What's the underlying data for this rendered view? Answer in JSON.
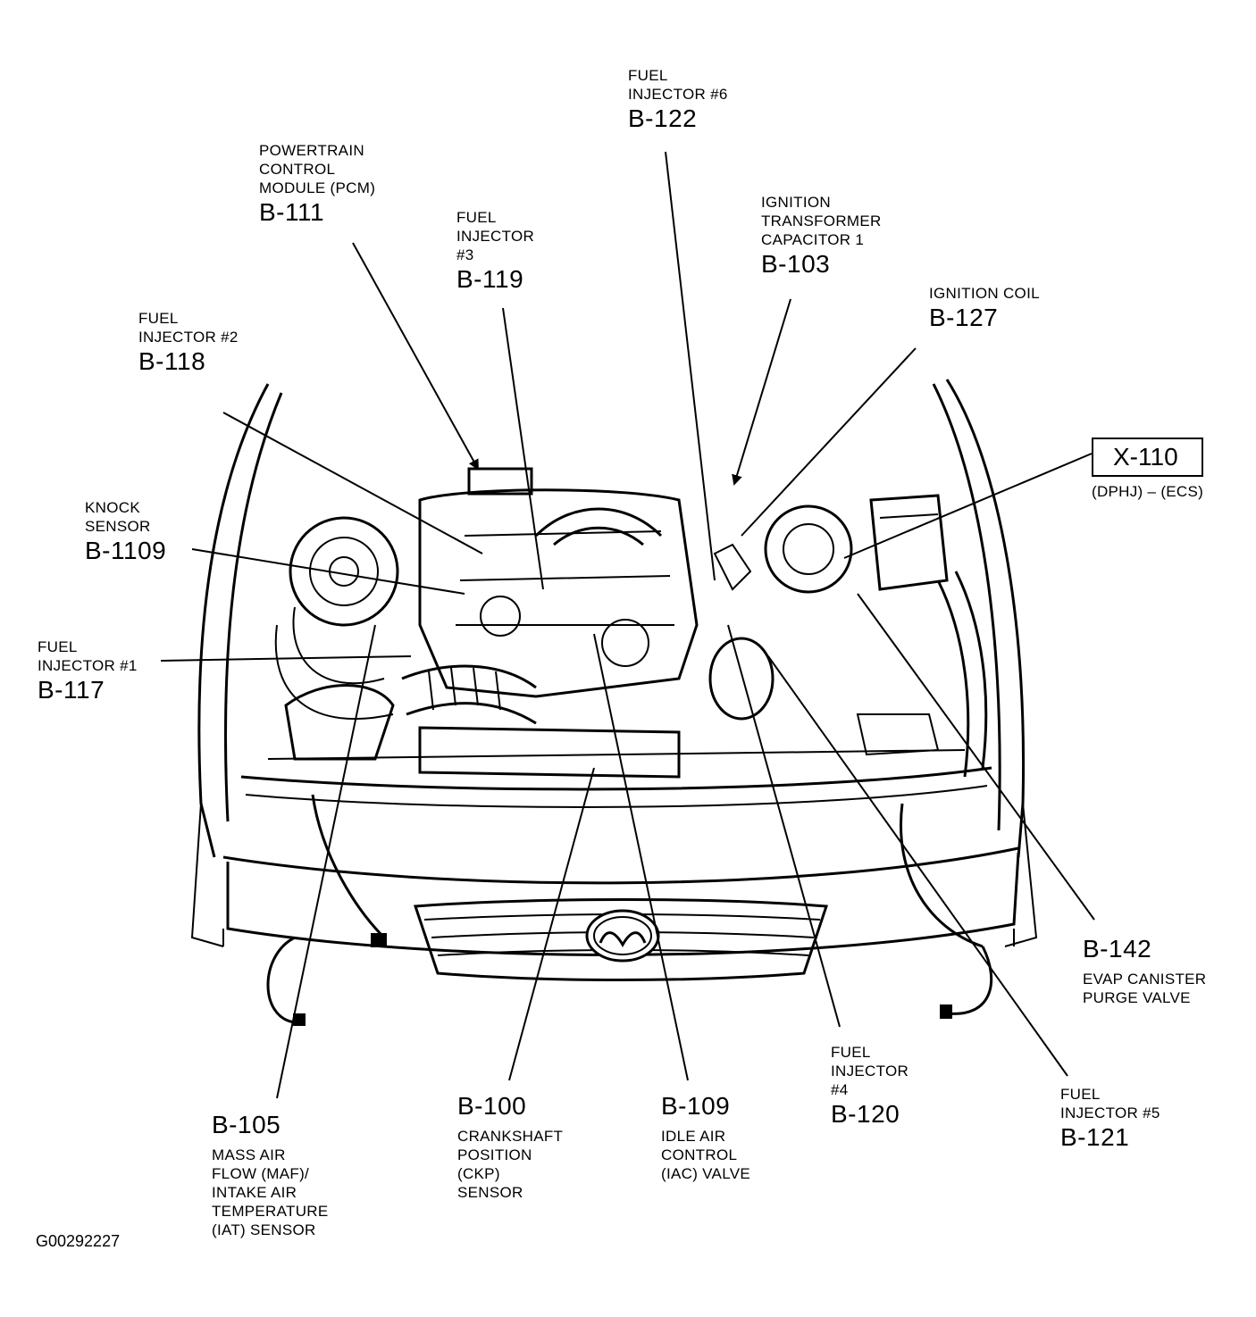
{
  "components": [
    {
      "id": "b111",
      "code": "B-111",
      "name": "POWERTRAIN\nCONTROL\nMODULE (PCM)",
      "name_first": true
    },
    {
      "id": "b122",
      "code": "B-122",
      "name": "FUEL\nINJECTOR #6",
      "name_first": true
    },
    {
      "id": "b119",
      "code": "B-119",
      "name": "FUEL\nINJECTOR\n#3",
      "name_first": true
    },
    {
      "id": "b103",
      "code": "B-103",
      "name": "IGNITION\nTRANSFORMER\nCAPACITOR 1",
      "name_first": true
    },
    {
      "id": "b127",
      "code": "B-127",
      "name": "IGNITION COIL",
      "name_first": true
    },
    {
      "id": "b118",
      "code": "B-118",
      "name": "FUEL\nINJECTOR #2",
      "name_first": true
    },
    {
      "id": "b1109",
      "code": "B-1109",
      "name": "KNOCK\nSENSOR",
      "name_first": true
    },
    {
      "id": "b117",
      "code": "B-117",
      "name": "FUEL\nINJECTOR #1",
      "name_first": true
    },
    {
      "id": "b142",
      "code": "B-142",
      "name": "EVAP CANISTER\nPURGE VALVE",
      "name_first": false
    },
    {
      "id": "b105",
      "code": "B-105",
      "name": "MASS AIR\nFLOW (MAF)/\nINTAKE AIR\nTEMPERATURE\n(IAT) SENSOR",
      "name_first": false
    },
    {
      "id": "b100",
      "code": "B-100",
      "name": "CRANKSHAFT\nPOSITION\n(CKP)\nSENSOR",
      "name_first": false
    },
    {
      "id": "b109",
      "code": "B-109",
      "name": "IDLE AIR\nCONTROL\n(IAC) VALVE",
      "name_first": false
    },
    {
      "id": "b120",
      "code": "B-120",
      "name": "FUEL\nINJECTOR\n#4",
      "name_first": true
    },
    {
      "id": "b121",
      "code": "B-121",
      "name": "FUEL\nINJECTOR #5",
      "name_first": true
    }
  ],
  "connector": {
    "code": "X-110",
    "name": "(DPHJ) – (ECS)"
  },
  "figure_id": "G00292227",
  "brand_logo": "mazda-logo-icon"
}
